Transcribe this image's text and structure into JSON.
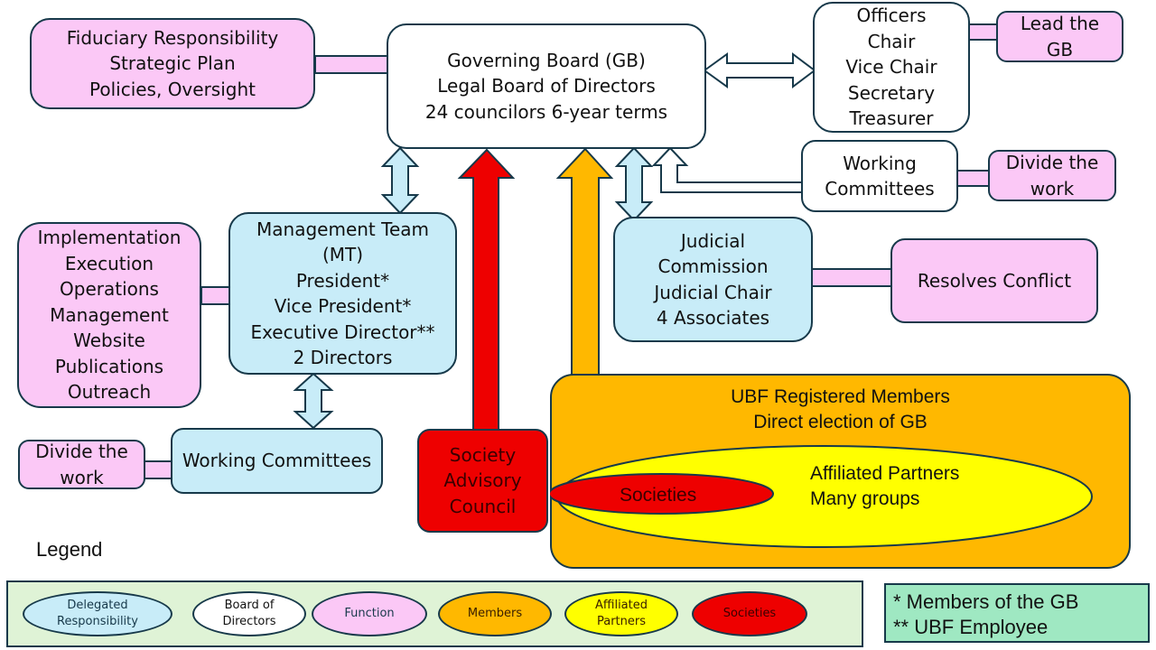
{
  "colors": {
    "function": "#fbc8f6",
    "delegated": "#c8ecf8",
    "board": "#ffffff",
    "members": "#ffb800",
    "affiliated": "#ffff00",
    "societies": "#ee0000"
  },
  "governing_board": {
    "lines": [
      "Governing Board (GB)",
      "Legal Board of Directors",
      "24 councilors 6-year terms"
    ]
  },
  "fiduciary": {
    "lines": [
      "Fiduciary Responsibility",
      "Strategic Plan",
      "Policies, Oversight"
    ]
  },
  "officers": {
    "lines": [
      "Officers",
      "Chair",
      "Vice Chair",
      "Secretary",
      "Treasurer"
    ]
  },
  "lead_gb": {
    "lines": [
      "Lead the",
      "GB"
    ]
  },
  "gb_working_committees": {
    "lines": [
      "Working",
      "Committees"
    ]
  },
  "gb_divide_work": {
    "lines": [
      "Divide the",
      "work"
    ]
  },
  "judicial": {
    "lines": [
      "Judicial",
      "Commission",
      "Judicial Chair",
      "4 Associates"
    ]
  },
  "resolves": {
    "lines": [
      "Resolves Conflict"
    ]
  },
  "management": {
    "lines": [
      "Management Team",
      "(MT)",
      "President*",
      "Vice President*",
      "Executive Director**",
      "2 Directors"
    ]
  },
  "implementation": {
    "lines": [
      "Implementation",
      "Execution",
      "Operations",
      "Management",
      "Website",
      "Publications",
      "Outreach"
    ]
  },
  "mt_working_committees": {
    "lines": [
      "Working Committees"
    ]
  },
  "mt_divide_work": {
    "lines": [
      "Divide the",
      "work"
    ]
  },
  "society_council": {
    "lines": [
      "Society",
      "Advisory",
      "Council"
    ]
  },
  "members": {
    "lines": [
      "UBF Registered Members",
      "Direct election of GB"
    ]
  },
  "affiliated": {
    "lines": [
      "Affiliated Partners",
      "Many groups"
    ]
  },
  "societies": {
    "label": "Societies"
  },
  "legend": {
    "title": "Legend",
    "items": [
      {
        "lines": [
          "Delegated",
          "Responsibility"
        ],
        "color": "#c8ecf8",
        "text_color": "#17394a"
      },
      {
        "lines": [
          "Board of",
          "Directors"
        ],
        "color": "#ffffff",
        "text_color": "#111111"
      },
      {
        "lines": [
          "Function"
        ],
        "color": "#fbc8f6",
        "text_color": "#17394a"
      },
      {
        "lines": [
          "Members"
        ],
        "color": "#ffb800",
        "text_color": "#3a2000"
      },
      {
        "lines": [
          "Affiliated",
          "Partners"
        ],
        "color": "#ffff00",
        "text_color": "#3a2000"
      },
      {
        "lines": [
          "Societies"
        ],
        "color": "#ee0000",
        "text_color": "#3a0000"
      }
    ]
  },
  "notes": {
    "lines": [
      "* Members of the GB",
      "** UBF Employee"
    ]
  }
}
